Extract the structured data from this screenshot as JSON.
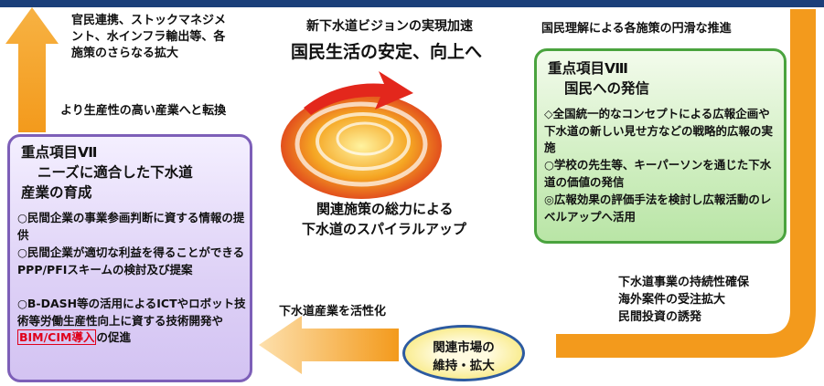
{
  "colors": {
    "top_bar": "#1b3f7a",
    "arrow_orange": "#f39a1c",
    "green_border": "#4aa33e",
    "purple_border": "#7d5fb8",
    "ellipse_border": "#2c5aa0",
    "highlight_red": "#e0001b"
  },
  "icons": {
    "center": "spiral-icon"
  },
  "top_left": {
    "line1": "官民連携、ストックマネジメ",
    "line2": "ント、水インフラ輸出等、各",
    "line3": "施策のさらなる拡大",
    "transition": "より生産性の高い産業へと転換"
  },
  "center": {
    "subtitle": "新下水道ビジョンの実現加速",
    "headline": "国民生活の安定、向上へ",
    "caption_line1": "関連施策の総力による",
    "caption_line2": "下水道のスパイラルアップ"
  },
  "top_right_label": "国民理解による各施策の円滑な推進",
  "green_box": {
    "title_line1": "重点項目Ⅷ",
    "title_line2": "国民への発信",
    "body": "◇全国統一的なコンセプトによる広報企画や下水道の新しい見せ方などの戦略的広報の実施",
    "body2": "○学校の先生等、キーパーソンを通じた下水道の価値の発信",
    "body3": "◎広報効果の評価手法を検討し広報活動のレベルアップへ活用"
  },
  "purple_box": {
    "title_line1": "重点項目Ⅶ",
    "title_line2": "ニーズに適合した下水道",
    "title_line3": "産業の育成",
    "item1": "○民間企業の事業参画判断に資する情報の提供",
    "item2": "○民間企業が適切な利益を得ることができるPPP/PFIスキームの検討及び提案",
    "item3": "○B-DASH等の活用によるICTやロボット技術等労働生産性向上に資する技術開発や",
    "item3_highlight": "BIM/CIM導入",
    "item3_tail": "の促進"
  },
  "right_bottom": {
    "line1": "下水道事業の持続性確保",
    "line2": "海外案件の受注拡大",
    "line3": "民間投資の誘発"
  },
  "bottom_arrow_label": "下水道産業を活性化",
  "ellipse": {
    "line1": "関連市場の",
    "line2": "維持・拡大"
  }
}
